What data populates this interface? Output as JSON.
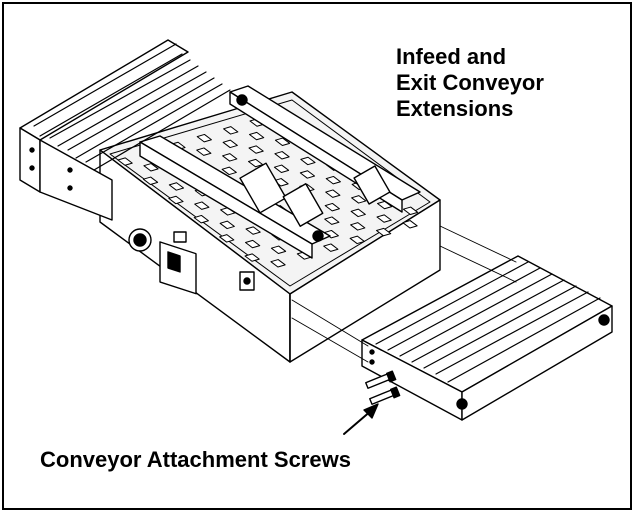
{
  "figure": {
    "extensions_label_lines": [
      "Infeed and",
      "Exit Conveyor",
      "Extensions"
    ],
    "screws_label": "Conveyor Attachment Screws"
  }
}
